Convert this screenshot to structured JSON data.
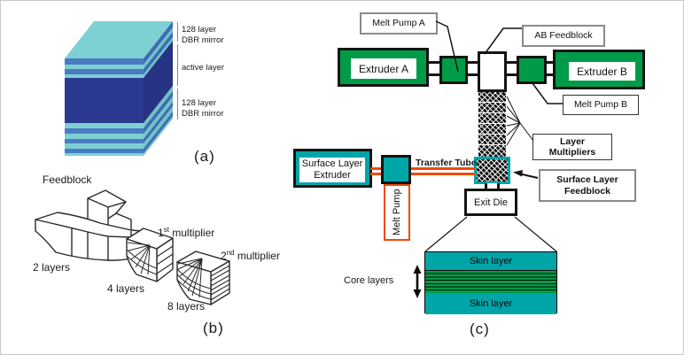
{
  "figure": {
    "panel_a": {
      "caption": "(a)",
      "labels": {
        "top_mirror_line1": "128 layer",
        "top_mirror_line2": "DBR mirror",
        "active_layer": "active layer",
        "bottom_mirror_line1": "128 layer",
        "bottom_mirror_line2": "DBR mirror"
      },
      "colors": {
        "top_face_cyan": "#7ED1D3",
        "stripe_blue": "#4A7CC4",
        "active_navy": "#2B3990"
      }
    },
    "panel_b": {
      "caption": "(b)",
      "feedblock_label": "Feedblock",
      "layers_2": "2 layers",
      "layers_4": "4 layers",
      "layers_8": "8 layers",
      "mult1": {
        "base": "1",
        "sup": "st",
        "rest": " multiplier"
      },
      "mult2": {
        "base": "2",
        "sup": "nd",
        "rest": " multiplier"
      }
    },
    "panel_c": {
      "caption": "(c)",
      "extruder_a": "Extruder A",
      "extruder_b": "Extruder B",
      "melt_pump_a": "Melt Pump A",
      "melt_pump_b": "Melt Pump B",
      "ab_feedblock": "AB Feedblock",
      "layer_multipliers_line1": "Layer",
      "layer_multipliers_line2": "Multipliers",
      "surface_layer_extruder_line1": "Surface Layer",
      "surface_layer_extruder_line2": "Extruder",
      "melt_pump_vertical": "Melt Pump",
      "transfer_tube": "Transfer Tube",
      "surface_layer_feedblock_line1": "Surface Layer",
      "surface_layer_feedblock_line2": "Feedblock",
      "exit_die": "Exit Die",
      "skin_layer_top": "Skin layer",
      "skin_layer_bottom": "Skin layer",
      "core_layers": "Core layers",
      "colors": {
        "extruder_green": "#009B48",
        "surface_teal": "#00A5A8",
        "tube_orange": "#EE4A0D"
      }
    }
  }
}
